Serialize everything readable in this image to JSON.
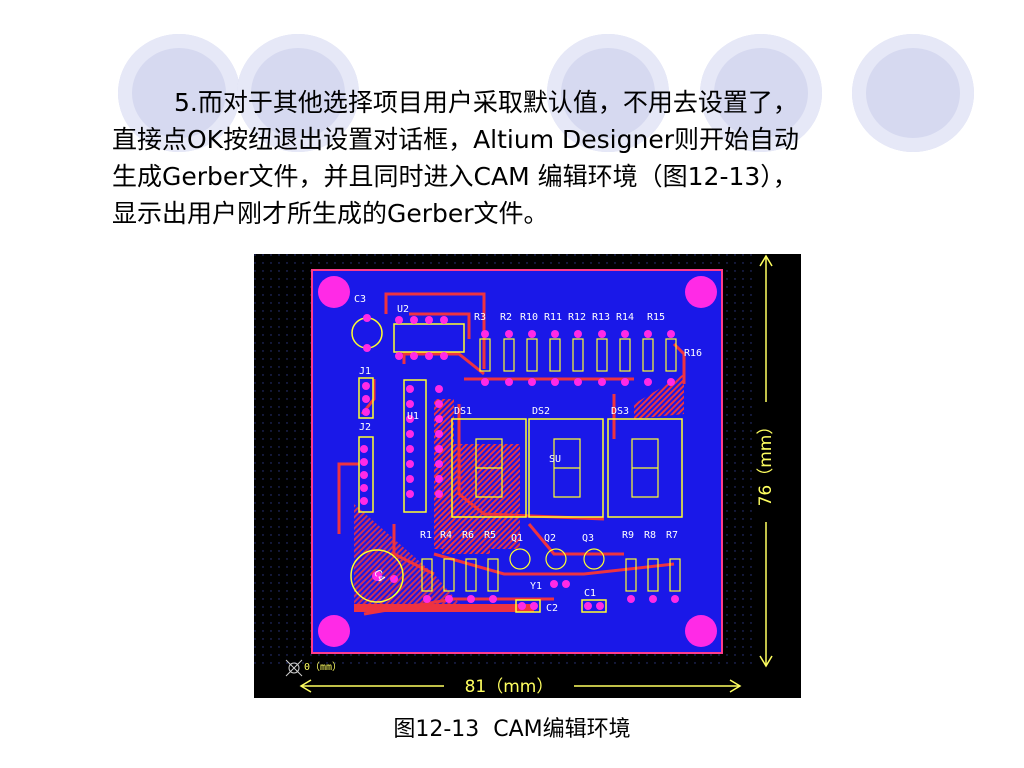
{
  "paragraph": {
    "line1": "5.而对于其他选择项目用户采取默认值，不用去设置了，",
    "line2": "直接点OK按纽退出设置对话框，Altium Designer则开始自动",
    "line3": "生成Gerber文件，并且同时进入CAM 编辑环境（图12-13），",
    "line4": "显示出用户刚才所生成的Gerber文件。"
  },
  "figure": {
    "width_label": "81（mm）",
    "height_label": "76（mm）",
    "origin_label": "0（mm）",
    "components": {
      "c3": "C3",
      "u2": "U2",
      "j1": "J1",
      "u1": "U1",
      "j2": "J2",
      "r3": "R3",
      "r2": "R2",
      "r10": "R10",
      "r11": "R11",
      "r12": "R12",
      "r13": "R13",
      "r14": "R14",
      "r15": "R15",
      "r16": "R16",
      "ds1": "DS1",
      "ds2": "DS2",
      "ds3": "DS3",
      "su": "SU",
      "r1": "R1",
      "r4": "R4",
      "r6": "R6",
      "r5": "R5",
      "q1": "Q1",
      "q2": "Q2",
      "q3": "Q3",
      "r9": "R9",
      "r8": "R8",
      "r7": "R7",
      "c4": "C4",
      "y1": "Y1",
      "c2": "C2",
      "c1": "C1"
    }
  },
  "caption": "图12-13  CAM编辑环境",
  "colors": {
    "board_bg": "#000000",
    "copper": "#1a18e8",
    "outline": "#ff3c8c",
    "pads": "#ff2ae6",
    "traces": "#ee3340",
    "silkscreen": "#ffff30",
    "dimension": "#ffff60",
    "decoration": "#d6d9f0"
  }
}
